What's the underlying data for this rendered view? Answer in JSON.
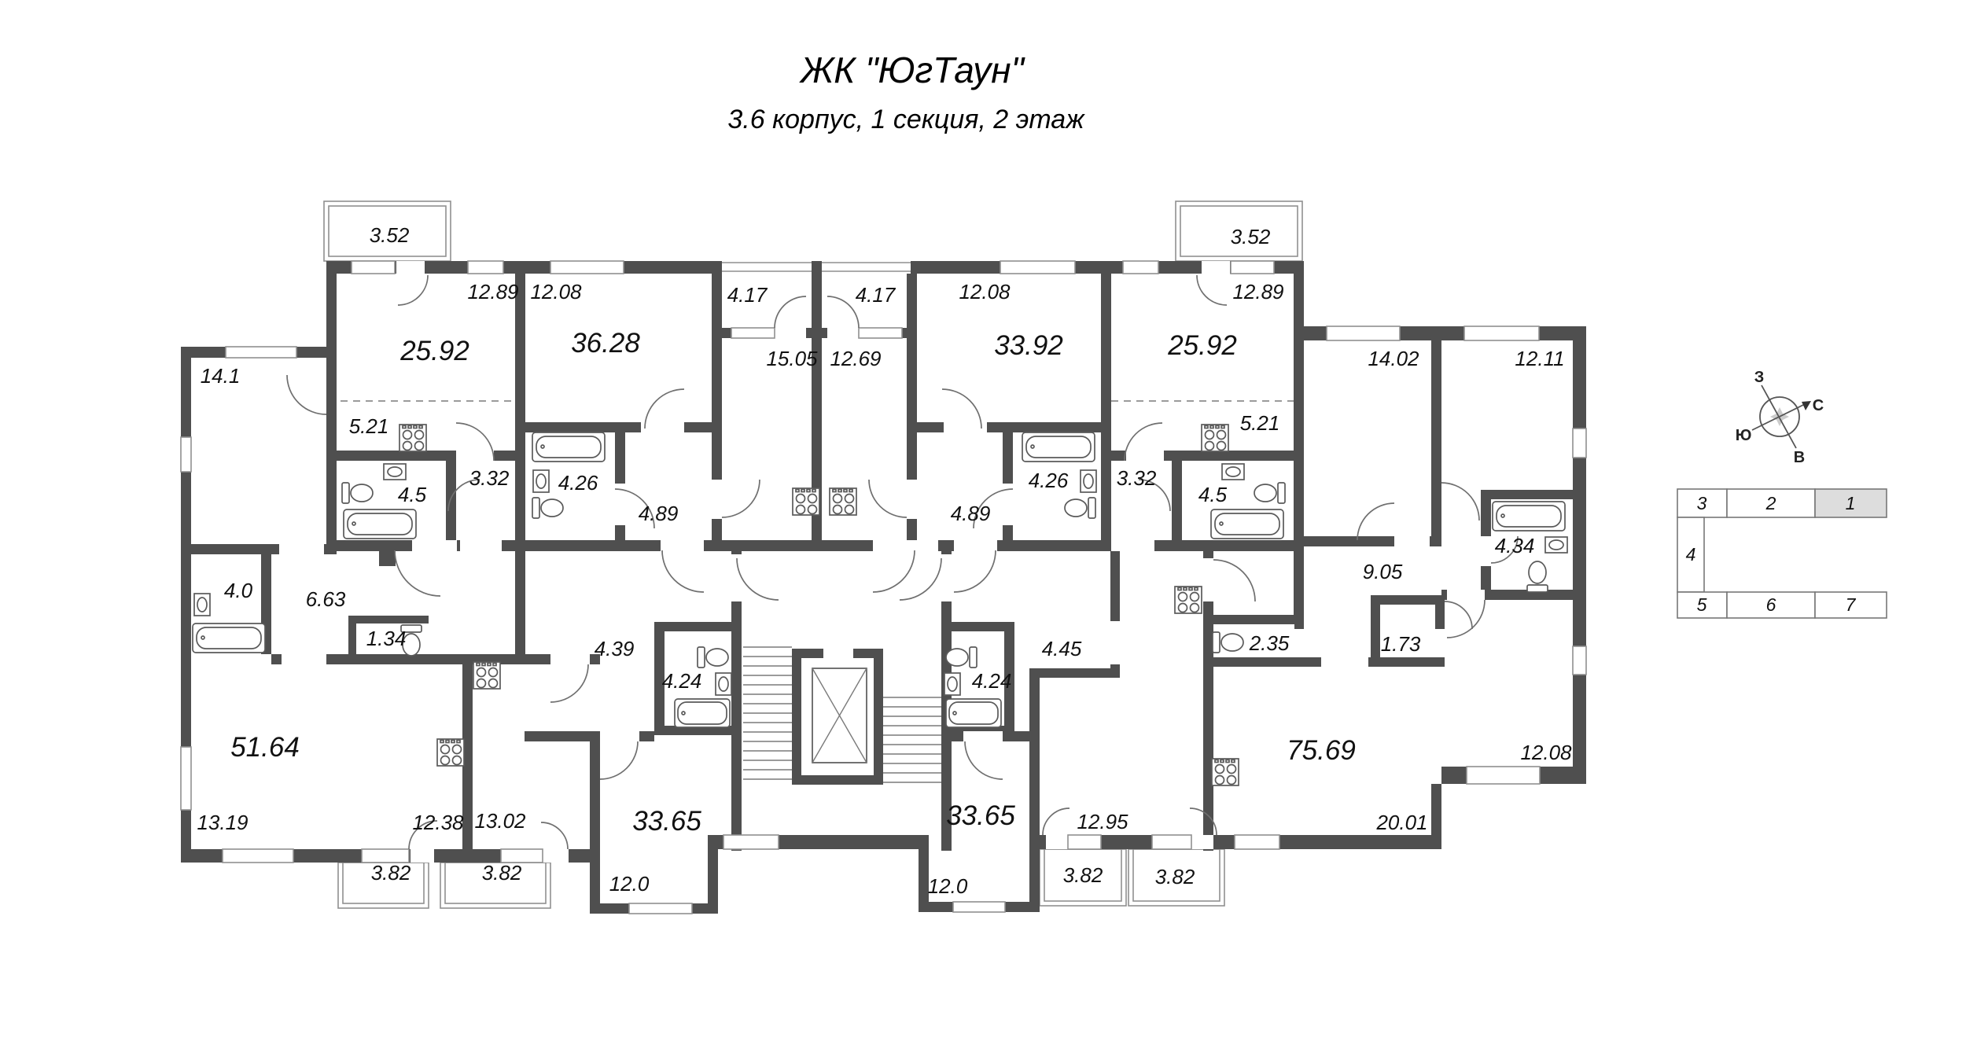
{
  "title": {
    "line1": "ЖК \"ЮгТаун\"",
    "line2": "3.6 корпус, 1 секция, 2 этаж"
  },
  "compass": {
    "west": "З",
    "north": "С",
    "south": "Ю",
    "east": "В"
  },
  "locator": {
    "active_section": "1",
    "sections": {
      "b1": "1",
      "b2": "2",
      "b3": "3",
      "b4": "4",
      "b5": "5",
      "b6": "6",
      "b7": "7"
    }
  },
  "areas": {
    "bal_l": "3.52",
    "bal_r": "3.52",
    "a1_living": "12.89",
    "a1_total": "25.92",
    "a1_kitchen": "5.21",
    "a1_bath": "4.5",
    "a1_hall": "3.32",
    "a2_room": "12.08",
    "a2_total": "36.28",
    "a2_bath": "4.26",
    "a2_hall": "4.89",
    "a2_living": "15.05",
    "log1": "4.17",
    "log2": "4.17",
    "a3_living": "12.69",
    "a3_room": "12.08",
    "a3_total": "33.92",
    "a3_bath": "4.26",
    "a3_hall": "4.89",
    "a4_hall": "3.32",
    "a4_bath": "4.5",
    "a4_total": "25.92",
    "a4_living": "12.89",
    "a4_kitchen": "5.21",
    "a5_room": "14.1",
    "a5_bath": "4.0",
    "a5_hall": "6.63",
    "a5_wc": "1.34",
    "a5_total": "51.64",
    "a5_living": "13.19",
    "a5_kitchen": "12.38",
    "log3": "3.82",
    "log4": "3.82",
    "a6_kitchen": "13.02",
    "a6_hall": "4.39",
    "a6_bath": "4.24",
    "a6_total": "33.65",
    "a6_living": "12.0",
    "a7_hall": "4.45",
    "a7_bath": "4.24",
    "a7_total": "33.65",
    "a7_living": "12.0",
    "a7_kitchen": "12.95",
    "log5": "3.82",
    "log6": "3.82",
    "a8_wc": "2.35",
    "a8_closet": "1.73",
    "a8_hall": "9.05",
    "a8_bath": "4.34",
    "a8_bed1": "14.02",
    "a8_bed2": "12.11",
    "a8_total": "75.69",
    "a8_living": "20.01",
    "a8_bed3": "12.08"
  }
}
